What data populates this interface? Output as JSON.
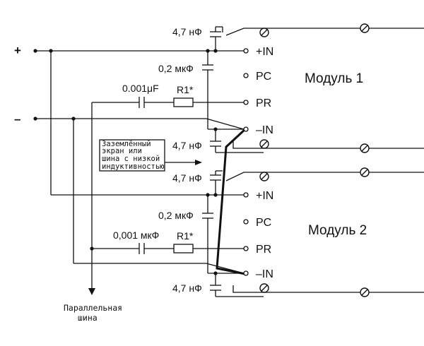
{
  "supply": {
    "plus": "+",
    "minus": "–"
  },
  "modules": [
    {
      "name": "Модуль 1",
      "pins": {
        "plus_in": "+IN",
        "pc": "PC",
        "pr": "PR",
        "minus_in": "–IN"
      },
      "cap_top": "4,7 нФ",
      "cap_mid": "0,2 мкФ",
      "cap_bottom": "4,7 нФ",
      "cap_pr": "0.001μF",
      "resistor": "R1*"
    },
    {
      "name": "Модуль 2",
      "pins": {
        "plus_in": "+IN",
        "pc": "PC",
        "pr": "PR",
        "minus_in": "–IN"
      },
      "cap_top": "4,7 нФ",
      "cap_mid": "0,2 мкФ",
      "cap_bottom": "4,7 нФ",
      "cap_pr": "0,001 мкФ",
      "resistor": "R1*"
    }
  ],
  "shield_note": [
    "Заземлённый",
    "экран или",
    "шина с низкой",
    "индуктивностью"
  ],
  "bus_label": [
    "Параллельная",
    "шина"
  ]
}
